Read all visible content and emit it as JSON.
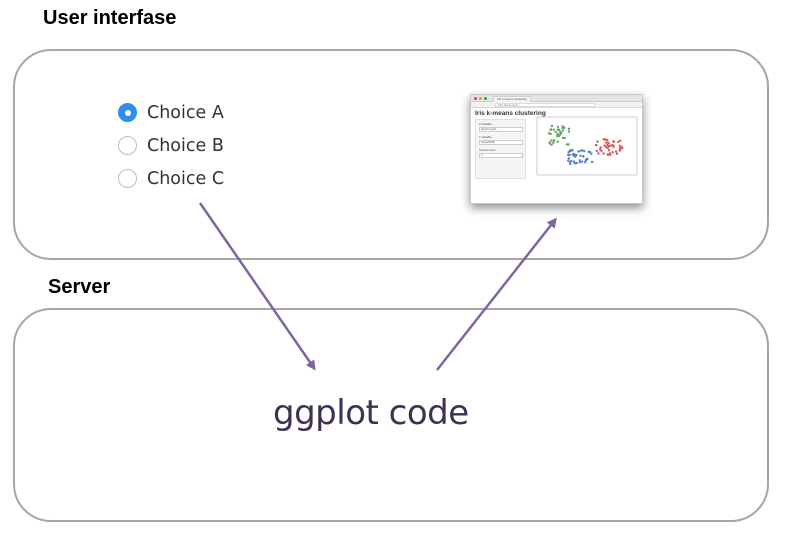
{
  "labels": {
    "user_interface": "User interfase",
    "server": "Server"
  },
  "radio_group": {
    "options": [
      {
        "label": "Choice A",
        "checked": true
      },
      {
        "label": "Choice B",
        "checked": false
      },
      {
        "label": "Choice C",
        "checked": false
      }
    ],
    "selected_color": "#2f8fe8"
  },
  "app_thumbnail": {
    "window_title": "Iris k-means clustering",
    "url": "127.0.0.1:xxxx",
    "app_title": "Iris k-means clustering",
    "inputs": [
      {
        "label": "X Variable",
        "value": "Sepal.Length"
      },
      {
        "label": "Y Variable",
        "value": "Sepal.Width"
      },
      {
        "label": "Cluster count",
        "value": "3"
      }
    ]
  },
  "server_code": "ggplot code",
  "colors": {
    "panel_border": "#a6a6a6",
    "arrow": "#8064a2",
    "code_text": "#3f3151",
    "cluster_green": "#5fa85f",
    "cluster_blue": "#5b7fc4",
    "cluster_red": "#d65757"
  }
}
